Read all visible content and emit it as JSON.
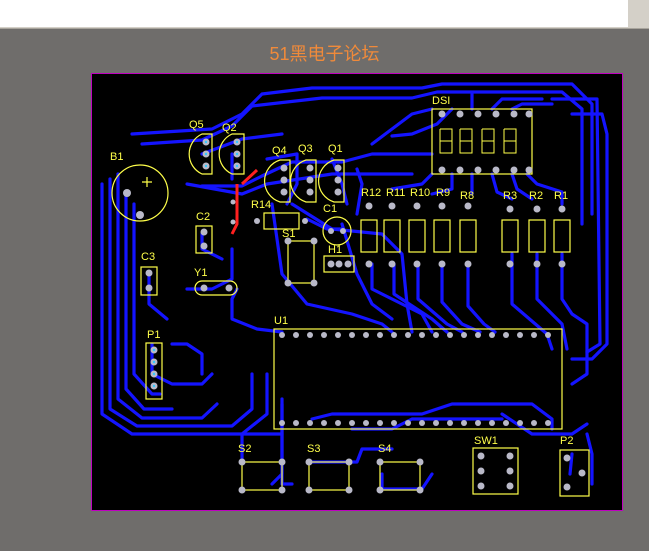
{
  "window": {
    "title": "51黑电子论坛"
  },
  "colors": {
    "background": "#6f6d6b",
    "board": "#000000",
    "board_outline": "#c000c0",
    "trace": "#1414ff",
    "silkscreen": "#ffff4a",
    "pad": "#b9b9c8",
    "red_trace": "#ff2020",
    "title": "#f08a3a"
  },
  "components": {
    "B1": "B1",
    "Q5": "Q5",
    "Q2": "Q2",
    "Q4": "Q4",
    "Q3": "Q3",
    "Q1": "Q1",
    "DSI": "DSI",
    "R12": "R12",
    "R11": "R11",
    "R10": "R10",
    "R9": "R9",
    "R8": "R8",
    "R3": "R3",
    "R2": "R2",
    "R1": "R1",
    "R14": "R14",
    "C1": "C1",
    "C2": "C2",
    "C3": "C3",
    "S1": "S1",
    "H1": "H1",
    "Y1": "Y1",
    "U1": "U1",
    "P1": "P1",
    "S2": "S2",
    "S3": "S3",
    "S4": "S4",
    "SW1": "SW1",
    "P2": "P2"
  }
}
